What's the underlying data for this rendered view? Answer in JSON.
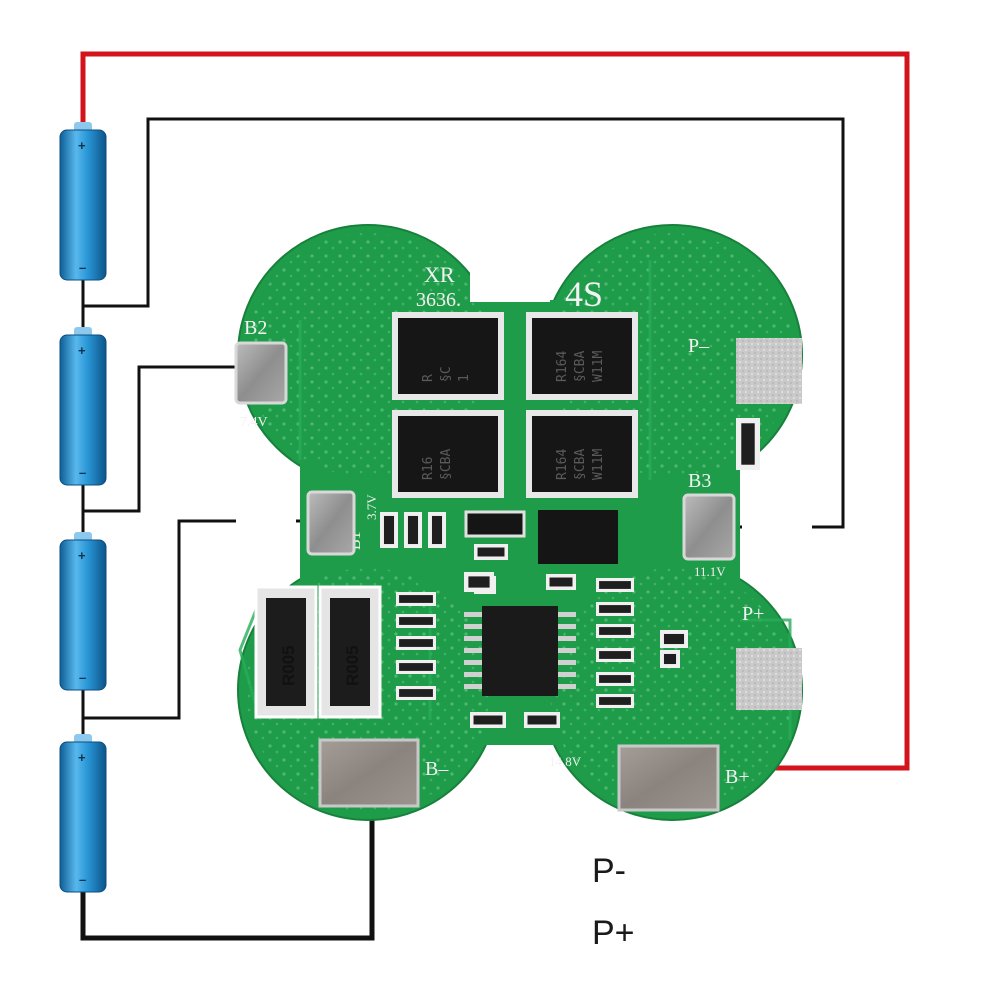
{
  "board": {
    "model_line1": "XR",
    "model_line2": "3636.",
    "series": "4S",
    "pads": {
      "b2": "B2",
      "b1": "B1",
      "b3": "B3",
      "p_minus": "P–",
      "p_plus": "P+",
      "b_minus": "B–",
      "b_plus": "B+"
    },
    "voltages": {
      "b2": "7.4V",
      "b1": "3.7V",
      "b3": "11.1V",
      "b_plus": "14.8V"
    },
    "resistors": [
      "R005",
      "R005"
    ],
    "mosfets": [
      [
        "R",
        "§C",
        "1"
      ],
      [
        "R164",
        "§CBA",
        "W11M"
      ],
      [
        "R16",
        "§CBA",
        ""
      ],
      [
        "R164",
        "§CBA",
        "W11M"
      ]
    ]
  },
  "cells": [
    {
      "plus": "+",
      "minus": "–"
    },
    {
      "plus": "+",
      "minus": "–"
    },
    {
      "plus": "+",
      "minus": "–"
    },
    {
      "plus": "+",
      "minus": "–"
    }
  ],
  "legend": {
    "p_minus": "P-",
    "p_plus": "P+"
  },
  "colors": {
    "pcb": "#1f9c4a",
    "wire_positive": "#d4141c",
    "wire_signal": "#111111",
    "cell_body": "#1e88c8"
  }
}
